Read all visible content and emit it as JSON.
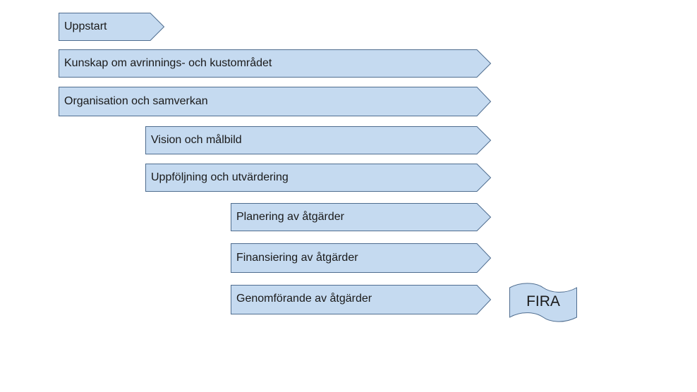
{
  "steps": [
    {
      "label": "Uppstart"
    },
    {
      "label": "Kunskap om avrinnings- och kustområdet"
    },
    {
      "label": "Organisation och samverkan"
    },
    {
      "label": "Vision och målbild"
    },
    {
      "label": "Uppföljning och utvärdering"
    },
    {
      "label": "Planering av åtgärder"
    },
    {
      "label": "Finansiering av åtgärder"
    },
    {
      "label": "Genomförande av åtgärder"
    }
  ],
  "flag": {
    "label": "FIRA"
  },
  "colors": {
    "fill": "#c5daf0",
    "stroke": "#4f6d8f"
  }
}
